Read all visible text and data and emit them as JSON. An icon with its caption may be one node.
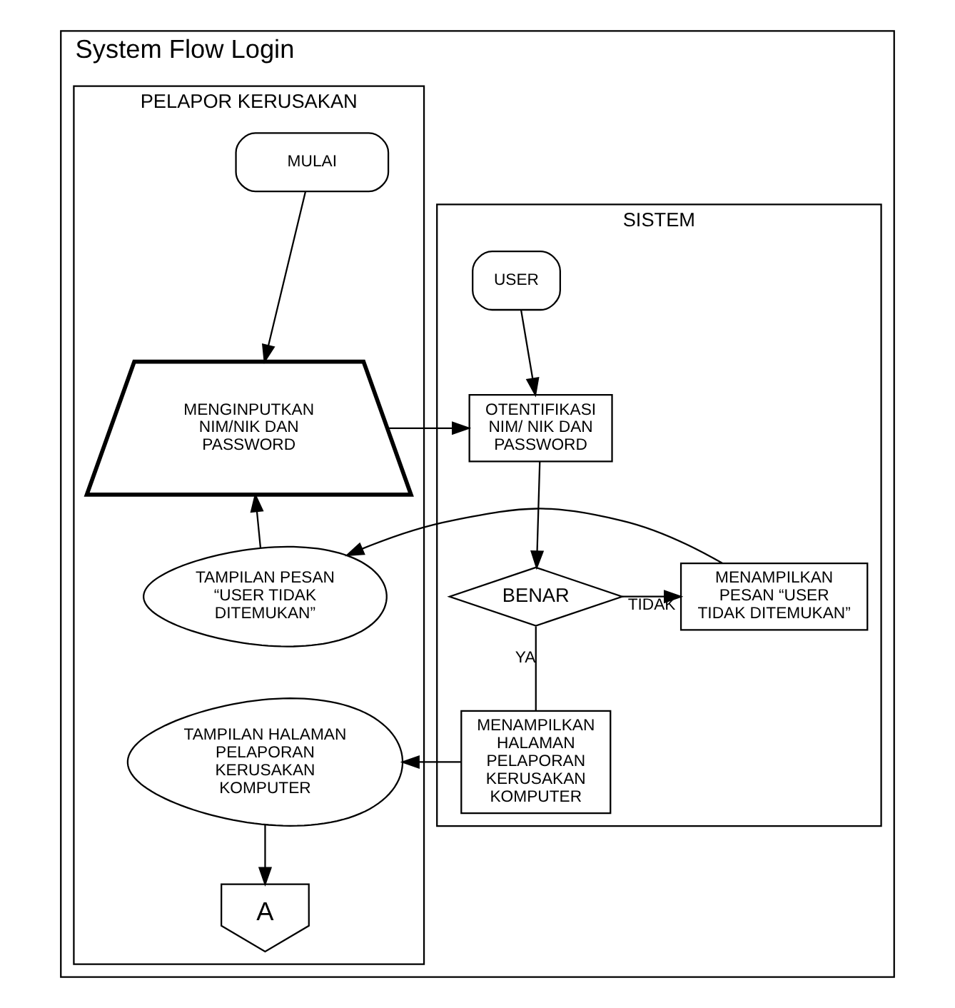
{
  "diagram": {
    "nodes": [
      {
        "text": [
          "System Flow Login"
        ]
      },
      {
        "text": [
          "PELAPOR KERUSAKAN"
        ],
        "in": 0
      },
      {
        "text": [
          "SISTEM"
        ],
        "in": 0
      },
      {
        "text": [
          "MULAI"
        ],
        "in": 1
      },
      {
        "text": [
          "MENGINPUTKAN NIM/NIK DAN PASSWORD"
        ],
        "in": 1
      },
      {
        "text": [
          "TAMPILAN PESAN “USER TIDAK DITEMUKAN”"
        ],
        "in": 1
      },
      {
        "text": [
          "TAMPILAN HALAMAN PELAPORAN KERUSAKAN KOMPUTER"
        ],
        "in": 1
      },
      {
        "text": [
          "A"
        ],
        "in": 1
      },
      {
        "text": [
          "USER"
        ],
        "in": 2
      },
      {
        "text": [
          "OTENTIFIKASI NIM/ NIK DAN PASSWORD"
        ],
        "in": 2
      },
      {
        "text": [
          "BENAR"
        ],
        "in": 2
      },
      {
        "text": [
          "MENAMPILKAN PESAN “USER TIDAK DITEMUKAN”"
        ],
        "in": 2
      },
      {
        "text": [
          "MENAMPILKAN HALAMAN PELAPORAN KERUSAKAN KOMPUTER"
        ],
        "in": 2
      }
    ],
    "edges": [
      {
        "from": 3,
        "to": 4,
        "arrow": "to"
      },
      {
        "from": 4,
        "to": 9,
        "arrow": "to"
      },
      {
        "from": 8,
        "to": 9,
        "arrow": "to"
      },
      {
        "from": 9,
        "to": 10,
        "arrow": "to"
      },
      {
        "from": 10,
        "to": 11,
        "arrow": "to",
        "label": "TIDAK"
      },
      {
        "from": 11,
        "to": 5,
        "arrow": "to"
      },
      {
        "from": 5,
        "to": 4,
        "arrow": "to"
      },
      {
        "from": 10,
        "to": 12,
        "arrow": "none",
        "label": "YA"
      },
      {
        "from": 12,
        "to": 6,
        "arrow": "to"
      },
      {
        "from": 6,
        "to": 7,
        "arrow": "to"
      }
    ]
  }
}
